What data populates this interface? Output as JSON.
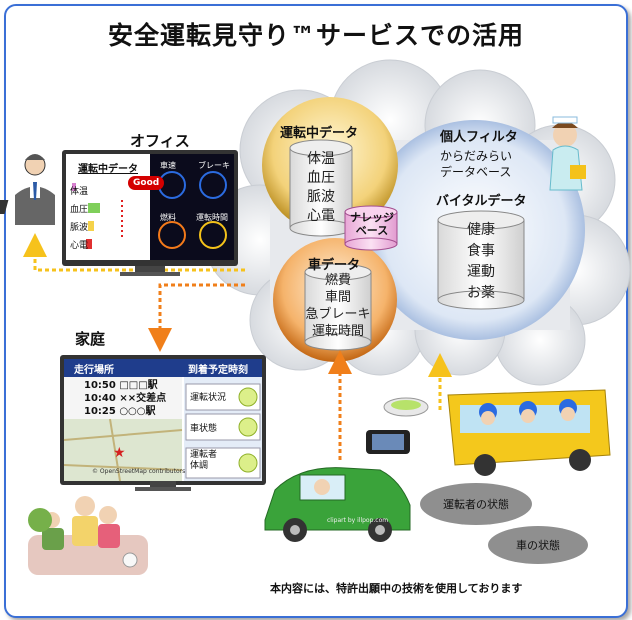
{
  "title": "安全運転見守り™サービスでの活用",
  "office": {
    "label": "オフィス",
    "screen_header": "運転中データ",
    "rows": [
      "体温",
      "血圧",
      "脈波",
      "心電"
    ],
    "badge": "Good",
    "gauges": [
      "車速",
      "ブレーキ",
      "燃料",
      "運転時間"
    ]
  },
  "home": {
    "label": "家庭",
    "table_header_left": "走行場所",
    "table_header_right": "到着予定時刻",
    "times": [
      {
        "time": "10:50",
        "place": "□□□駅"
      },
      {
        "time": "10:40",
        "place": "××交差点"
      },
      {
        "time": "10:25",
        "place": "○○○駅"
      }
    ],
    "status": [
      "運転状況",
      "車状態",
      "運転者\n体調"
    ],
    "map_credit": "© OpenStreetMap contributors"
  },
  "cylinders": {
    "driving_data": {
      "title": "運転中データ",
      "items": [
        "体温",
        "血圧",
        "脈波",
        "心電"
      ]
    },
    "knowledge": {
      "title": "ナレッジ\nベース"
    },
    "car_data": {
      "title": "車データ",
      "items": [
        "燃費",
        "車間",
        "急ブレーキ",
        "運転時間"
      ]
    },
    "vital": {
      "title": "バイタルデータ",
      "items": [
        "健康",
        "食事",
        "運動",
        "お薬"
      ]
    }
  },
  "personal_filter": {
    "title": "個人フィルタ",
    "subtitle": "からだみらい\nデータベース"
  },
  "ovals": [
    "運転者の状態",
    "車の状態"
  ],
  "car_credit": "clipart by illpop.com",
  "footer": "本内容には、特許出願中の技術を使用しております",
  "colors": {
    "frame": "#3a6fd6",
    "arrow": "#f07f1a",
    "arrow_yellow": "#f6c21c",
    "car": "#3aa33a",
    "bus": "#f4c81c"
  }
}
